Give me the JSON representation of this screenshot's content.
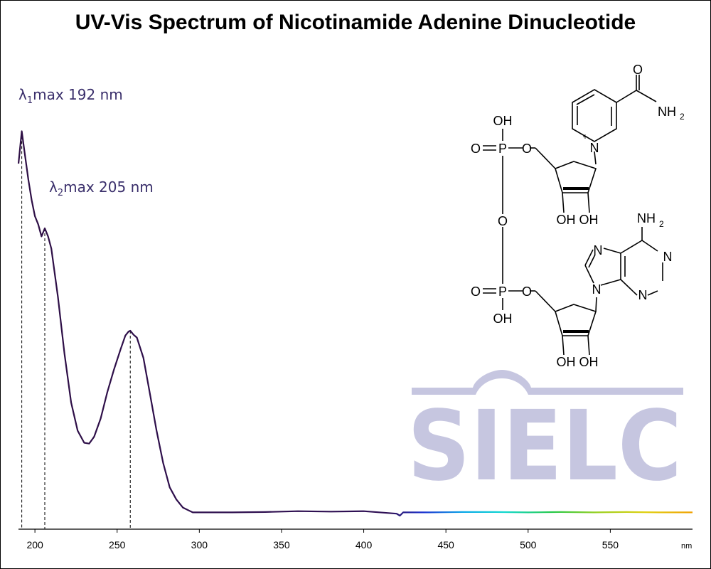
{
  "title": "UV-Vis Spectrum of Nicotinamide Adenine Dinucleotide",
  "watermark": "SIELC",
  "molecule_labels": {
    "oh": "OH",
    "o": "O",
    "p": "P",
    "n": "N",
    "nh2": "NH",
    "sub2": "2",
    "plus": "+",
    "ohoh": "OH OH"
  },
  "chart_data": {
    "type": "line",
    "title": "UV-Vis Spectrum of Nicotinamide Adenine Dinucleotide",
    "xlabel": "nm",
    "ylabel": "",
    "xlim": [
      190,
      600
    ],
    "ylim": [
      0,
      1
    ],
    "x_ticks": [
      200,
      250,
      300,
      350,
      400,
      450,
      500,
      550
    ],
    "grid": false,
    "annotations": [
      {
        "symbol": "λ",
        "sub": "1",
        "text": "max  192 nm",
        "x": 192
      },
      {
        "symbol": "λ",
        "sub": "2",
        "text": "max  205 nm",
        "x": 205
      }
    ],
    "marker_lines_x": [
      192,
      206,
      258
    ],
    "series": [
      {
        "x": [
          190,
          192,
          194,
          196,
          198,
          200,
          202,
          204,
          206,
          208,
          210,
          214,
          218,
          222,
          226,
          230,
          233,
          236,
          240,
          244,
          248,
          252,
          255,
          257,
          258,
          260,
          262,
          266,
          270,
          274,
          278,
          282,
          286,
          290,
          294,
          296,
          300,
          320,
          340,
          360,
          380,
          400,
          420,
          422,
          424,
          440,
          460,
          480,
          500,
          520,
          540,
          560,
          580,
          600
        ],
        "y": [
          0.87,
          0.95,
          0.89,
          0.83,
          0.78,
          0.74,
          0.72,
          0.69,
          0.71,
          0.69,
          0.66,
          0.54,
          0.4,
          0.28,
          0.21,
          0.18,
          0.178,
          0.195,
          0.24,
          0.305,
          0.36,
          0.41,
          0.445,
          0.455,
          0.457,
          0.447,
          0.44,
          0.39,
          0.3,
          0.21,
          0.13,
          0.07,
          0.04,
          0.02,
          0.012,
          0.008,
          0.008,
          0.008,
          0.009,
          0.011,
          0.01,
          0.011,
          0.005,
          0.0,
          0.008,
          0.008,
          0.009,
          0.009,
          0.008,
          0.009,
          0.008,
          0.009,
          0.008,
          0.008
        ]
      }
    ]
  }
}
